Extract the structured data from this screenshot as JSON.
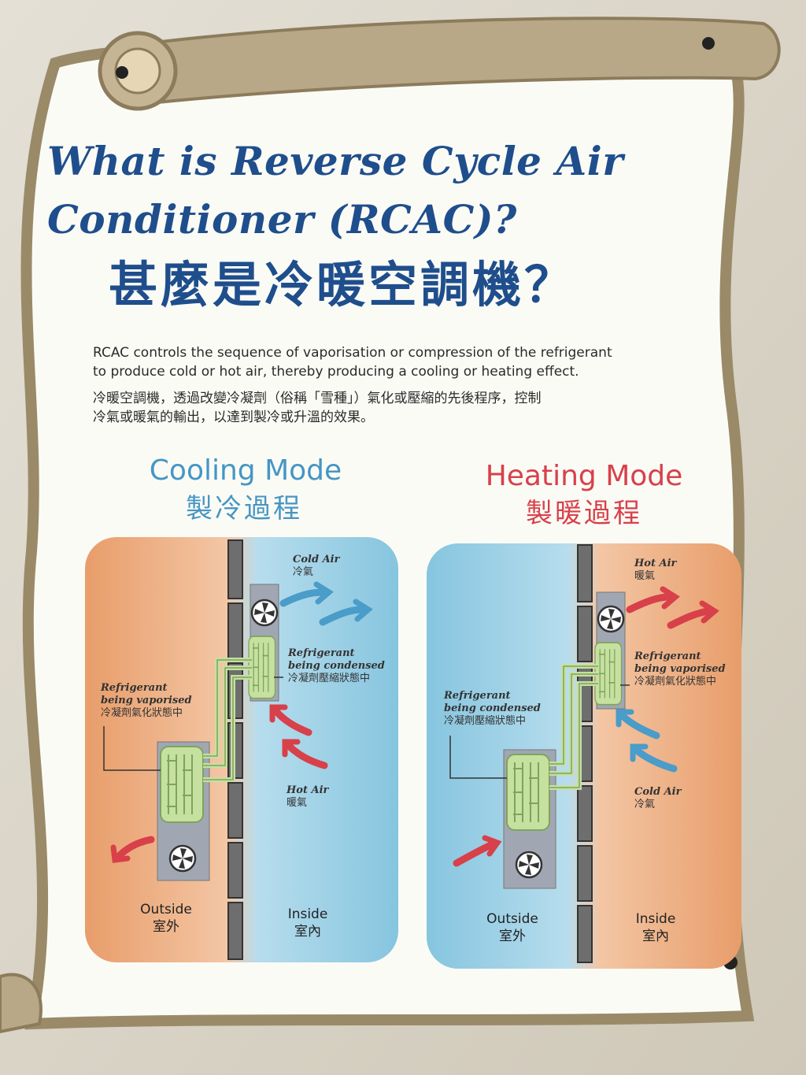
{
  "title_en_line1": "What is Reverse Cycle Air",
  "title_en_line2": "Conditioner (RCAC)?",
  "title_zh": "甚麼是冷暖空調機？",
  "description_en_line1": "RCAC controls the sequence of vaporisation or compression of the refrigerant",
  "description_en_line2": "to produce cold or hot air, thereby producing a cooling or heating effect.",
  "description_zh_line1": "冷暖空調機，透過改變冷凝劑（俗稱「雪種」）氣化或壓縮的先後程序，控制",
  "description_zh_line2": "冷氣或暖氣的輸出，以達到製冷或升溫的效果。",
  "cooling": {
    "title_en": "Cooling Mode",
    "title_zh": "製冷過程",
    "air_out_en": "Cold Air",
    "air_out_zh": "冷氣",
    "condense_en_1": "Refrigerant",
    "condense_en_2": "being condensed",
    "condense_zh": "冷凝劑壓縮狀態中",
    "vapor_en_1": "Refrigerant",
    "vapor_en_2": "being vaporised",
    "vapor_zh": "冷凝劑氣化狀態中",
    "air_in_en": "Hot Air",
    "air_in_zh": "暖氣",
    "outside_en": "Outside",
    "outside_zh": "室外",
    "inside_en": "Inside",
    "inside_zh": "室內"
  },
  "heating": {
    "title_en": "Heating Mode",
    "title_zh": "製暖過程",
    "air_out_en": "Hot Air",
    "air_out_zh": "暖氣",
    "vapor_en_1": "Refrigerant",
    "vapor_en_2": "being vaporised",
    "vapor_zh": "冷凝劑氣化狀態中",
    "condense_en_1": "Refrigerant",
    "condense_en_2": "being condensed",
    "condense_zh": "冷凝劑壓縮狀態中",
    "air_in_en": "Cold Air",
    "air_in_zh": "冷氣",
    "outside_en": "Outside",
    "outside_zh": "室外",
    "inside_en": "Inside",
    "inside_zh": "室內"
  },
  "colors": {
    "title_blue": "#1f4e8c",
    "cool_blue": "#4596c4",
    "heat_red": "#d8404a",
    "warm_panel": "#e9a474",
    "cold_panel": "#8ccbe2",
    "coil_green": "#c6e0a0",
    "scroll_tan": "#9a8a68"
  },
  "icons": [
    "fan-icon",
    "air-arrow-icon",
    "refrigerant-coil-icon"
  ]
}
